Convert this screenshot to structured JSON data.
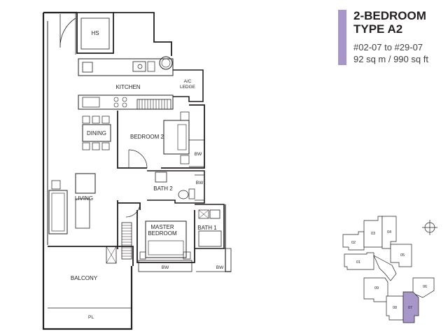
{
  "unit": {
    "title_line1": "2-BEDROOM",
    "title_line2": "TYPE A2",
    "units": "#02-07 to #29-07",
    "area": "92 sq m / 990 sq ft"
  },
  "rooms": {
    "hs": "HS",
    "kitchen": "KITCHEN",
    "ac_ledge_1": "A/C",
    "ac_ledge_2": "LEDGE",
    "dining": "DINING",
    "bedroom2": "BEDROOM 2",
    "bw1": "BW",
    "bw2": "BW",
    "bath2": "BATH 2",
    "living": "LIVING",
    "master1": "MASTER",
    "master2": "BEDROOM",
    "bath1": "BATH 1",
    "bw3": "BW",
    "bw4": "BW",
    "balcony": "BALCONY",
    "pl": "PL"
  },
  "keyplan": {
    "units": [
      "02",
      "03",
      "04",
      "01",
      "05",
      "09",
      "06",
      "08",
      "07"
    ],
    "highlight_unit": "07",
    "highlight_color": "#a797c9"
  },
  "colors": {
    "accent": "#a797c9",
    "wall": "#231f20"
  }
}
